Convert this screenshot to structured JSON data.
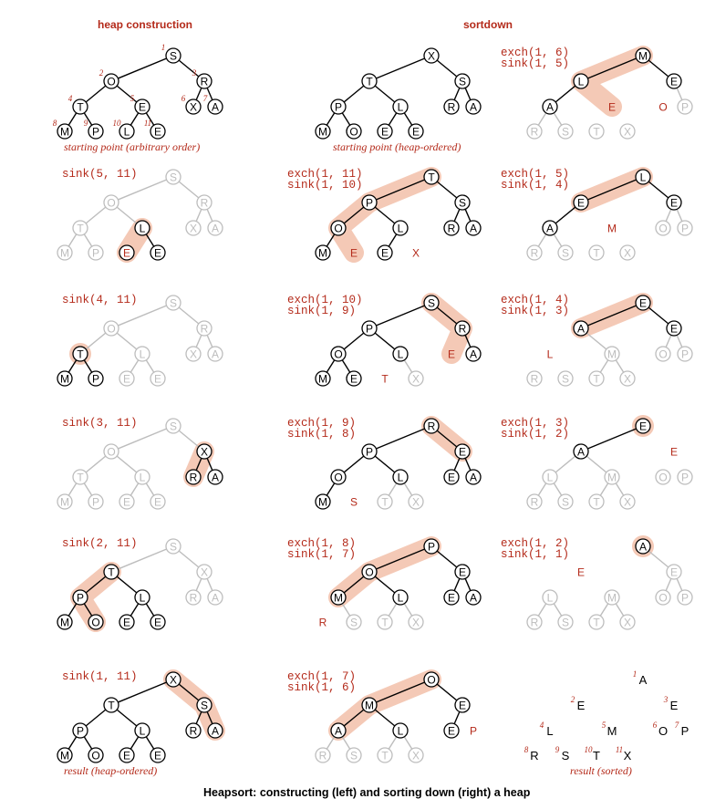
{
  "headers": {
    "construction": "heap construction",
    "sortdown": "sortdown"
  },
  "figure_title": "Heapsort: constructing (left) and sorting down (right) a heap",
  "colors": {
    "accent": "#b42a1a",
    "highlight": "#f4c9b6",
    "faded": "#bdbdbd",
    "ink": "#000000"
  },
  "panels": [
    {
      "op": "",
      "caption": "starting point (arbitrary order)",
      "indices": true,
      "keys": [
        "S",
        "O",
        "R",
        "T",
        "E",
        "X",
        "A",
        "M",
        "P",
        "L",
        "E"
      ],
      "state": "BBBBBBBBBBB",
      "hl": [],
      "hlNodes": [],
      "sorted": []
    },
    {
      "op": "",
      "caption": "starting point (heap-ordered)",
      "keys": [
        "X",
        "T",
        "S",
        "P",
        "L",
        "R",
        "A",
        "M",
        "O",
        "E",
        "E"
      ],
      "state": "BBBBBBBBBBB",
      "hl": [],
      "hlNodes": [],
      "sorted": []
    },
    {
      "op": "exch(1, 6)\nsink(1, 5)",
      "caption": "",
      "keys": [
        "M",
        "L",
        "E",
        "A",
        "E",
        "O",
        "P",
        "R",
        "S",
        "T",
        "X"
      ],
      "state": "BBBBRRGGGGG",
      "hl": [
        1,
        2,
        5
      ],
      "hlNodes": [],
      "sorted": [
        5
      ]
    },
    {
      "op": "sink(5, 11)",
      "caption": "",
      "keys": [
        "S",
        "O",
        "R",
        "T",
        "L",
        "X",
        "A",
        "M",
        "P",
        "E",
        "E"
      ],
      "state": "GGGGBGGGGRB",
      "hl": [
        5,
        10
      ],
      "hlNodes": [],
      "sorted": []
    },
    {
      "op": "exch(1, 11)\nsink(1, 10)",
      "caption": "",
      "keys": [
        "T",
        "P",
        "S",
        "O",
        "L",
        "R",
        "A",
        "M",
        "E",
        "E",
        "X"
      ],
      "state": "BBBBBBBBRBR",
      "hl": [
        1,
        2,
        4,
        9
      ],
      "hlNodes": [],
      "sorted": [
        11
      ]
    },
    {
      "op": "exch(1, 5)\nsink(1, 4)",
      "caption": "",
      "keys": [
        "L",
        "E",
        "E",
        "A",
        "M",
        "O",
        "P",
        "R",
        "S",
        "T",
        "X"
      ],
      "state": "BBBBRGGGGGG",
      "hl": [
        1,
        2
      ],
      "hlNodes": [],
      "sorted": [
        5
      ]
    },
    {
      "op": "sink(4, 11)",
      "caption": "",
      "keys": [
        "S",
        "O",
        "R",
        "T",
        "L",
        "X",
        "A",
        "M",
        "P",
        "E",
        "E"
      ],
      "state": "GGGBGGGBBGG",
      "hl": [
        4
      ],
      "hlNodes": [],
      "sorted": []
    },
    {
      "op": "exch(1, 10)\nsink(1, 9)",
      "caption": "",
      "keys": [
        "S",
        "P",
        "R",
        "O",
        "L",
        "E",
        "A",
        "M",
        "E",
        "T",
        "X"
      ],
      "state": "BBBBBRBBBRG",
      "hl": [
        1,
        3,
        6
      ],
      "hlNodes": [],
      "sorted": [
        10
      ]
    },
    {
      "op": "exch(1, 4)\nsink(1, 3)",
      "caption": "",
      "keys": [
        "E",
        "A",
        "E",
        "L",
        "M",
        "O",
        "P",
        "R",
        "S",
        "T",
        "X"
      ],
      "state": "BBBRGGGGGGG",
      "hl": [
        1,
        2
      ],
      "hlNodes": [],
      "sorted": [
        4
      ]
    },
    {
      "op": "sink(3, 11)",
      "caption": "",
      "keys": [
        "S",
        "O",
        "X",
        "T",
        "L",
        "R",
        "A",
        "M",
        "P",
        "E",
        "E"
      ],
      "state": "GGBGGBBGGGG",
      "hl": [
        3,
        6
      ],
      "hlNodes": [],
      "sorted": []
    },
    {
      "op": "exch(1, 9)\nsink(1, 8)",
      "caption": "",
      "keys": [
        "R",
        "P",
        "E",
        "O",
        "L",
        "E",
        "A",
        "M",
        "S",
        "T",
        "X"
      ],
      "state": "BBBBBBBBRGG",
      "hl": [
        1,
        3
      ],
      "hlNodes": [],
      "sorted": [
        9
      ]
    },
    {
      "op": "exch(1, 3)\nsink(1, 2)",
      "caption": "",
      "keys": [
        "E",
        "A",
        "E",
        "L",
        "M",
        "O",
        "P",
        "R",
        "S",
        "T",
        "X"
      ],
      "state": "BBRGGGGGGGG",
      "hl": [],
      "hlNodes": [
        1
      ],
      "sorted": [
        3
      ]
    },
    {
      "op": "sink(2, 11)",
      "caption": "",
      "keys": [
        "S",
        "T",
        "X",
        "P",
        "L",
        "R",
        "A",
        "M",
        "O",
        "E",
        "E"
      ],
      "state": "GBGBBGGBBBB",
      "hl": [
        2,
        4,
        9
      ],
      "hlNodes": [],
      "sorted": []
    },
    {
      "op": "exch(1, 8)\nsink(1, 7)",
      "caption": "",
      "keys": [
        "P",
        "O",
        "E",
        "M",
        "L",
        "E",
        "A",
        "R",
        "S",
        "T",
        "X"
      ],
      "state": "BBBBBBBRGGG",
      "hl": [
        1,
        2,
        4
      ],
      "hlNodes": [],
      "sorted": [
        8
      ]
    },
    {
      "op": "exch(1, 2)\nsink(1, 1)",
      "caption": "",
      "keys": [
        "A",
        "E",
        "E",
        "L",
        "M",
        "O",
        "P",
        "R",
        "S",
        "T",
        "X"
      ],
      "state": "BRGGGGGGGGG",
      "hl": [],
      "hlNodes": [
        1
      ],
      "sorted": [
        2
      ]
    },
    {
      "op": "sink(1, 11)",
      "caption": "result (heap-ordered)",
      "keys": [
        "X",
        "T",
        "S",
        "P",
        "L",
        "R",
        "A",
        "M",
        "O",
        "E",
        "E"
      ],
      "state": "BBBBBBBBBBB",
      "hl": [
        1,
        3,
        7
      ],
      "hlNodes": [],
      "sorted": []
    },
    {
      "op": "exch(1, 7)\nsink(1, 6)",
      "caption": "",
      "keys": [
        "O",
        "M",
        "E",
        "A",
        "L",
        "E",
        "P",
        "R",
        "S",
        "T",
        "X"
      ],
      "state": "BBBBBBRGGGG",
      "hl": [
        1,
        2,
        4
      ],
      "hlNodes": [],
      "sorted": [
        7
      ]
    },
    {
      "op": "",
      "caption": "result (sorted)",
      "indices": true,
      "final": true,
      "keys": [
        "A",
        "E",
        "E",
        "L",
        "M",
        "O",
        "P",
        "R",
        "S",
        "T",
        "X"
      ],
      "state": "KKKKKKKKKKK",
      "hl": [],
      "hlNodes": [],
      "sorted": []
    }
  ]
}
